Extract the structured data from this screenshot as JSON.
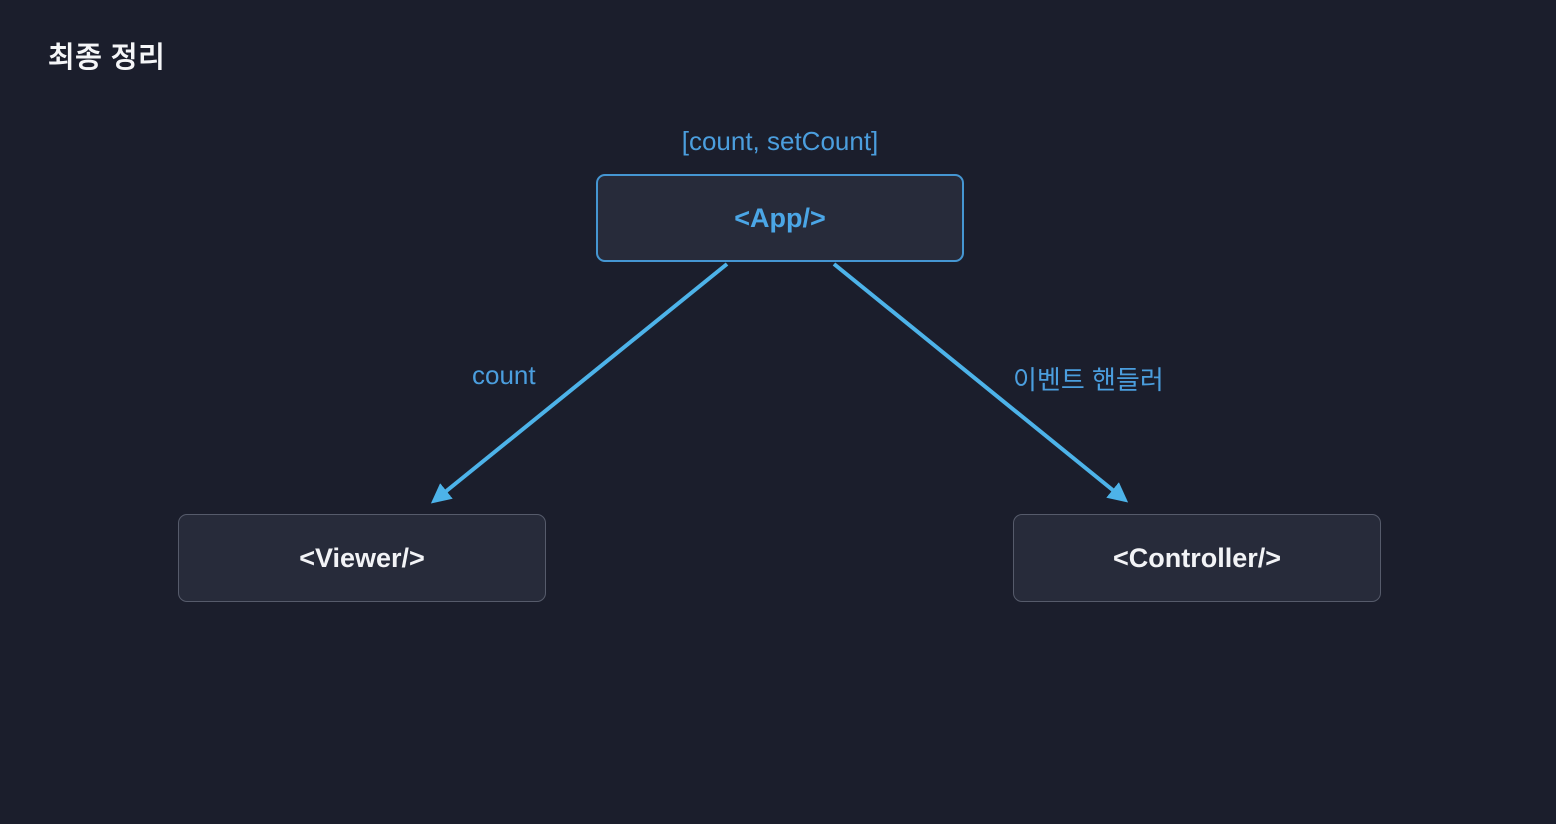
{
  "page": {
    "title": "최종 정리"
  },
  "diagram": {
    "state_label": "[count, setCount]",
    "nodes": [
      {
        "id": "app",
        "label": "<App/>"
      },
      {
        "id": "viewer",
        "label": "<Viewer/>"
      },
      {
        "id": "controller",
        "label": "<Controller/>"
      }
    ],
    "edges": [
      {
        "from": "app",
        "to": "viewer",
        "label": "count"
      },
      {
        "from": "app",
        "to": "controller",
        "label": "이벤트 핸들러"
      }
    ],
    "colors": {
      "background": "#1b1e2c",
      "node_background": "#272b3a",
      "app_border_blue": "#4596d2",
      "app_text_blue": "#4ba6e6",
      "child_border_gray": "#565b6b",
      "text_white": "#f2f3f6",
      "label_blue": "#4b9ede",
      "arrow_blue": "#4db3e9"
    }
  }
}
